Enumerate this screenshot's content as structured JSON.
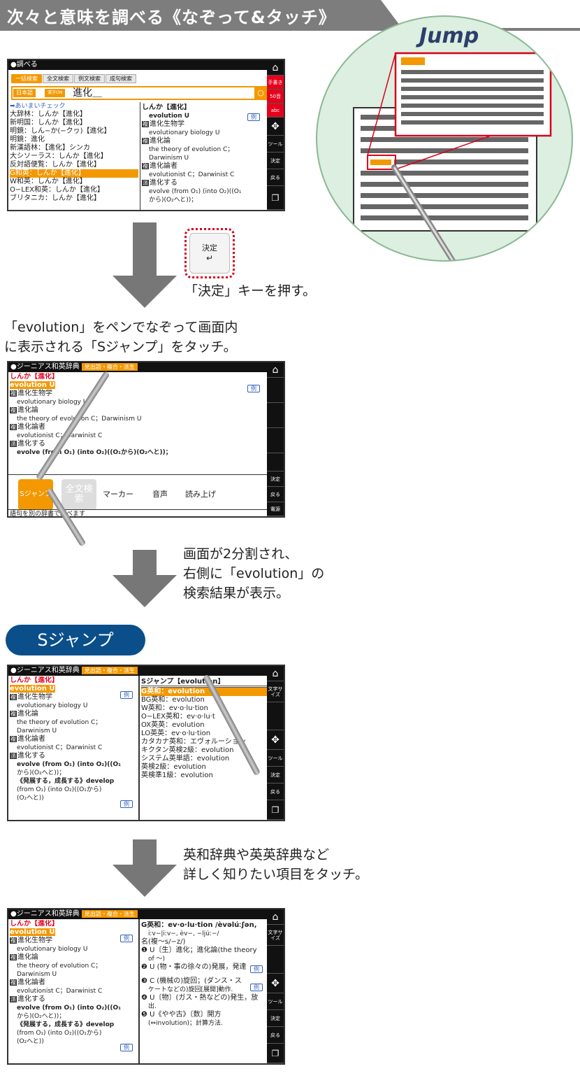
{
  "section_title": "次々と意味を調べる《なぞって&タッチ》",
  "jump_label": "Jump",
  "colors": {
    "orange": "#f39800",
    "red": "#e5001c",
    "blue_pill": "#0a4f8a",
    "gray_arrow": "#777777",
    "circle_bg": "#dcefe0"
  },
  "screen1": {
    "title": "●調べる",
    "tabs": [
      "一括検索",
      "全文検索",
      "例文検索",
      "成句検索"
    ],
    "lang": "日本語",
    "kanji": "漢字ON",
    "input": "進化＿",
    "fuzzy": "➡あいまいチェック",
    "list": [
      "大辞林：しんか【進化】",
      "新明国：しんか【進化】",
      "明鏡：しん−か(−クヮ)【進化】",
      "明鏡：進化",
      "新漢語林：【進化】シンカ",
      "大シソーラス：しんか【進化】",
      "反対語便覧：しんか【進化】",
      "G和英：しんか【進化】",
      "W和英：しんか【進化】",
      "O−LEX和英：しんか【進化】",
      "ブリタニカ：しんか【進化】"
    ],
    "right": [
      "しんか【進化】",
      "evolution U",
      "進化生物学",
      "evolutionary biology U",
      "進化論",
      "the theory of evolution C；",
      "Darwinism U",
      "進化論者",
      "evolutionist C；Darwinist C",
      "進化する",
      "evolve (from O₁) (into O₂)((O₁",
      "から)(O₂へと))；"
    ],
    "example": "例",
    "side": [
      "手書き",
      "50音",
      "abc",
      "ツール",
      "決定",
      "戻る"
    ]
  },
  "key": {
    "label": "決定",
    "glyph": "↵"
  },
  "step1_text": "「決定」キーを押す。",
  "step2_text": [
    "「evolution」をペンでなぞって画面内",
    "に表示される「Sジャンプ」をタッチ。"
  ],
  "screen2": {
    "title": "●ジーニアス和英辞典",
    "badge": "見出語・複合・派生",
    "head": "しんか【進化】",
    "lines": [
      "evolution U",
      "進化生物学",
      "evolutionary biology U",
      "進化論",
      "the theory of evolution C；Darwinism U",
      "進化論者",
      "evolutionist C；Darwinist C",
      "進化する",
      "evolve (from O₁) (into O₂)((O₁から)(O₂へと))；"
    ],
    "buttons": [
      "Sジャンプ",
      "全文検索",
      "マーカー",
      "音声",
      "読み上げ"
    ],
    "status": "語句を別の辞書で調べます",
    "side": [
      "決定",
      "戻る",
      "電源"
    ]
  },
  "step3_text": [
    "画面が2分割され、",
    "右側に「evolution」の",
    "検索結果が表示。"
  ],
  "sjump_title": "Sジャンプ",
  "screen3": {
    "title": "●ジーニアス和英辞典",
    "badge": "見出語・複合・派生",
    "left": [
      "しんか【進化】",
      "evolution U",
      "進化生物学",
      "evolutionary biology U",
      "進化論",
      "the theory of evolution C；",
      "Darwinism U",
      "進化論者",
      "evolutionist C；Darwinist C",
      "進化する",
      "evolve (from O₁) (into O₂)((O₁",
      "から)(O₂へと))；",
      "《発展する，成長する》develop",
      "(from O₁) (into O₂)((O₁から)",
      "(O₂へと))"
    ],
    "right_head": "Sジャンプ【evolution】",
    "right": [
      "G英和：evolution",
      "BG英和：evolution",
      "W英和：ev·o·lu·tion",
      "O−LEX英和：ev·o·lu·t",
      "OX英英：evolution",
      "LO英英：ev·o·lu·tion",
      "カタカナ英和：エヴォルーション",
      "キクタン英検2級：evolution",
      "システム英単語：evolution",
      "英検2級：evolution",
      "英検準1級：evolution"
    ],
    "side": [
      "文字サイズ",
      "ツール",
      "決定",
      "戻る"
    ]
  },
  "step4_text": [
    "英和辞典や英英辞典など",
    "詳しく知りたい項目をタッチ。"
  ],
  "screen4": {
    "title": "●ジーニアス和英辞典",
    "badge": "見出語・複合・派生",
    "right": [
      "G英和：ev·o·lu·tion /èvəlúːʃən,",
      "iːv−|iːv−, èv−, −ljúː−/",
      "名(複〜s/−z/)",
      "❶ U〔生〕進化；進化論(the theory",
      "of 〜)",
      "❷ U (物・事の徐々の)発展，発達",
      "❸ C (機械の)旋回；(ダンス・ス",
      "ケートなどの)旋回[展開]動作.",
      "❹ U〔物〕(ガス・熱などの)発生，放",
      "出.",
      "❺ U《やや古》〔数〕開方",
      "(⇔involution)；計算方法."
    ]
  }
}
